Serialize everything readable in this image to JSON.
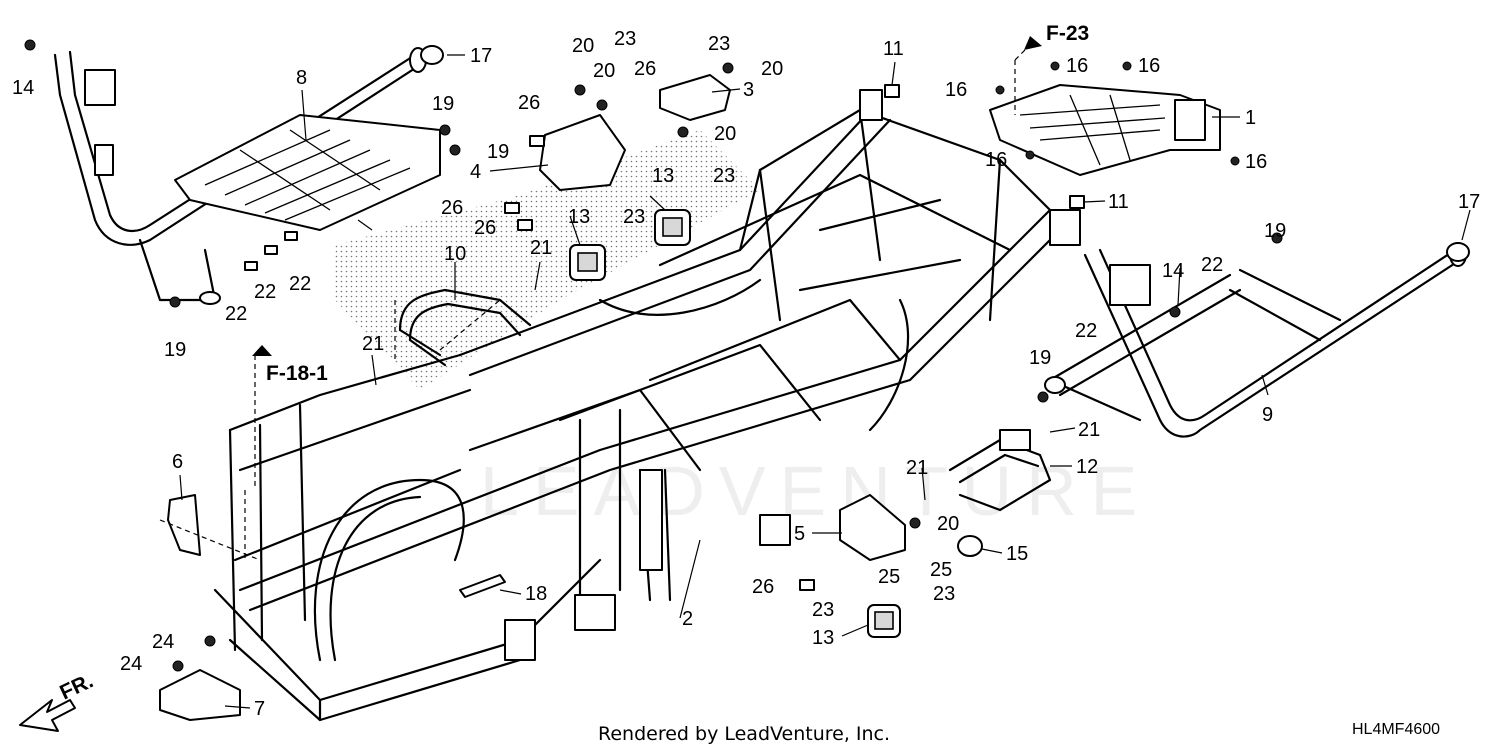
{
  "callouts": {
    "c1": "1",
    "c2": "2",
    "c3": "3",
    "c4": "4",
    "c5": "5",
    "c6": "6",
    "c7": "7",
    "c8": "8",
    "c9": "9",
    "c10": "10",
    "c11a": "11",
    "c11b": "11",
    "c12": "12",
    "c13a": "13",
    "c13b": "13",
    "c13c": "13",
    "c14a": "14",
    "c14b": "14",
    "c15": "15",
    "c16a": "16",
    "c16b": "16",
    "c16c": "16",
    "c16d": "16",
    "c16e": "16",
    "c17a": "17",
    "c17b": "17",
    "c18": "18",
    "c19a": "19",
    "c19b": "19",
    "c19c": "19",
    "c19d": "19",
    "c19e": "19",
    "c20a": "20",
    "c20b": "20",
    "c20c": "20",
    "c20d": "20",
    "c20e": "20",
    "c21a": "21",
    "c21b": "21",
    "c21c": "21",
    "c21d": "21",
    "c22a": "22",
    "c22b": "22",
    "c22c": "22",
    "c22d": "22",
    "c22e": "22",
    "c23a": "23",
    "c23b": "23",
    "c23c": "23",
    "c23d": "23",
    "c23e": "23",
    "c23f": "23",
    "c24a": "24",
    "c24b": "24",
    "c25a": "25",
    "c25b": "25",
    "c26a": "26",
    "c26b": "26",
    "c26c": "26",
    "c26d": "26",
    "c26e": "26"
  },
  "references": {
    "f23": "F-23",
    "f181": "F-18-1"
  },
  "direction_label": "FR.",
  "watermark": "LEADVENTURE",
  "footer": {
    "credit": "Rendered by LeadVenture, Inc.",
    "code": "HL4MF4600"
  },
  "colors": {
    "ink": "#000000",
    "background": "#ffffff",
    "watermark": "#eeeeee"
  }
}
